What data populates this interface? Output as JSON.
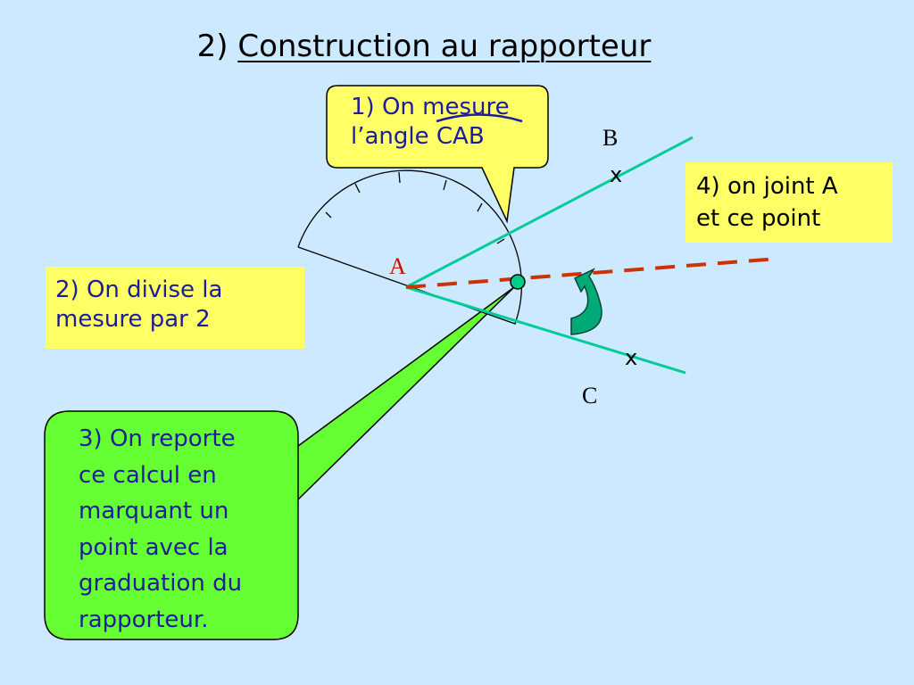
{
  "title": {
    "number": "2)",
    "text": "Construction au rapporteur"
  },
  "steps": {
    "step1": {
      "line1": "1) On mesure",
      "line2_prefix": "l’angle ",
      "line2_angle": "CAB"
    },
    "step2": {
      "line1": "2) On divise la",
      "line2": "mesure par 2"
    },
    "step3": {
      "line1": "3) On reporte",
      "line2": "ce calcul en",
      "line3": "marquant un",
      "line4": "point avec la",
      "line5": "graduation du",
      "line6": "rapporteur."
    },
    "step4": {
      "line1": "4) on joint A",
      "line2": "et ce point"
    }
  },
  "points": {
    "a": "A",
    "b": "B",
    "c": "C"
  },
  "marks": {
    "x_b": "x",
    "x_c": "x"
  },
  "colors": {
    "background": "#cce9ff",
    "callout_yellow": "#ffff66",
    "callout_green": "#66ff33",
    "ray": "#00cc99",
    "bisector": "#cc3300",
    "text_blue": "#1c1c9c"
  }
}
